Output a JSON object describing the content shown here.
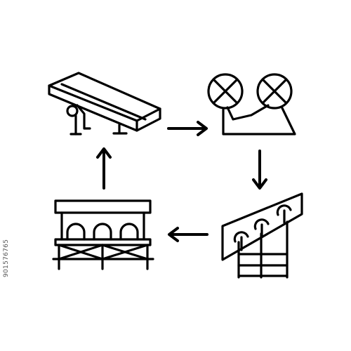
{
  "diagram": {
    "type": "cycle",
    "nodes": [
      {
        "id": "n1",
        "icon": "conveyor-belt-icon"
      },
      {
        "id": "n2",
        "icon": "tape-reel-machine-icon"
      },
      {
        "id": "n3",
        "icon": "inclined-panel-with-ladder-icon"
      },
      {
        "id": "n4",
        "icon": "platform-on-scaffold-icon"
      }
    ],
    "edges": [
      {
        "from": "n1",
        "to": "n2",
        "direction": "right"
      },
      {
        "from": "n2",
        "to": "n3",
        "direction": "down"
      },
      {
        "from": "n3",
        "to": "n4",
        "direction": "left"
      },
      {
        "from": "n4",
        "to": "n1",
        "direction": "up"
      }
    ]
  },
  "colors": {
    "line": "#000000",
    "background": "#ffffff"
  },
  "watermark": {
    "id_text": "901576765"
  }
}
